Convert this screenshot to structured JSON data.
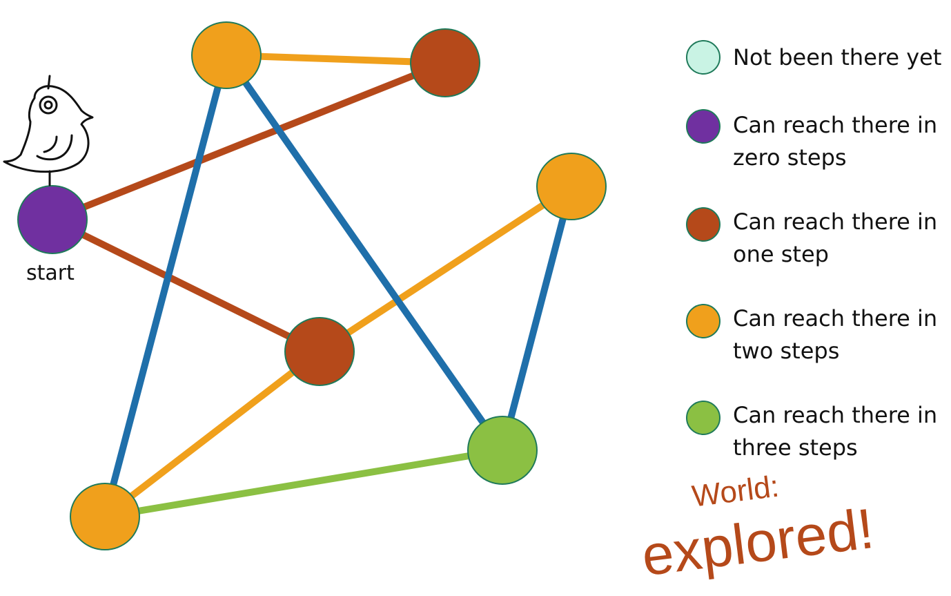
{
  "colors": {
    "not_visited": "#c9f3e4",
    "zero": "#7030a0",
    "one": "#b5491a",
    "two": "#f0a01c",
    "three": "#8bc043",
    "blue_edge": "#1f6faa",
    "outline": "#1f7a5a",
    "accent_text": "#b5491a"
  },
  "start_label": "start",
  "legend": [
    {
      "level": "not_visited",
      "text": "Not been there yet"
    },
    {
      "level": "zero",
      "text": "Can reach there in\nzero steps"
    },
    {
      "level": "one",
      "text": "Can reach there in\none step"
    },
    {
      "level": "two",
      "text": "Can reach there in\ntwo steps"
    },
    {
      "level": "three",
      "text": "Can reach there in\nthree steps"
    }
  ],
  "caption": {
    "line1": "World:",
    "line2": "explored!"
  },
  "graph": {
    "nodes": [
      {
        "id": "start",
        "level": "zero"
      },
      {
        "id": "top-left",
        "level": "two"
      },
      {
        "id": "top-right",
        "level": "one"
      },
      {
        "id": "middle",
        "level": "one"
      },
      {
        "id": "right",
        "level": "two"
      },
      {
        "id": "bottom-left",
        "level": "two"
      },
      {
        "id": "bottom-right",
        "level": "three"
      }
    ],
    "edges": [
      {
        "from": "top-left",
        "to": "top-right",
        "color": "two"
      },
      {
        "from": "start",
        "to": "top-right",
        "color": "one"
      },
      {
        "from": "start",
        "to": "middle",
        "color": "one"
      },
      {
        "from": "middle",
        "to": "right",
        "color": "two"
      },
      {
        "from": "middle",
        "to": "bottom-left",
        "color": "two"
      },
      {
        "from": "bottom-left",
        "to": "bottom-right",
        "color": "three"
      },
      {
        "from": "top-left",
        "to": "bottom-left",
        "color": "blue_edge"
      },
      {
        "from": "top-left",
        "to": "bottom-right",
        "color": "blue_edge"
      },
      {
        "from": "right",
        "to": "bottom-right",
        "color": "blue_edge"
      }
    ]
  },
  "icons": {
    "bird": "bird-icon"
  }
}
